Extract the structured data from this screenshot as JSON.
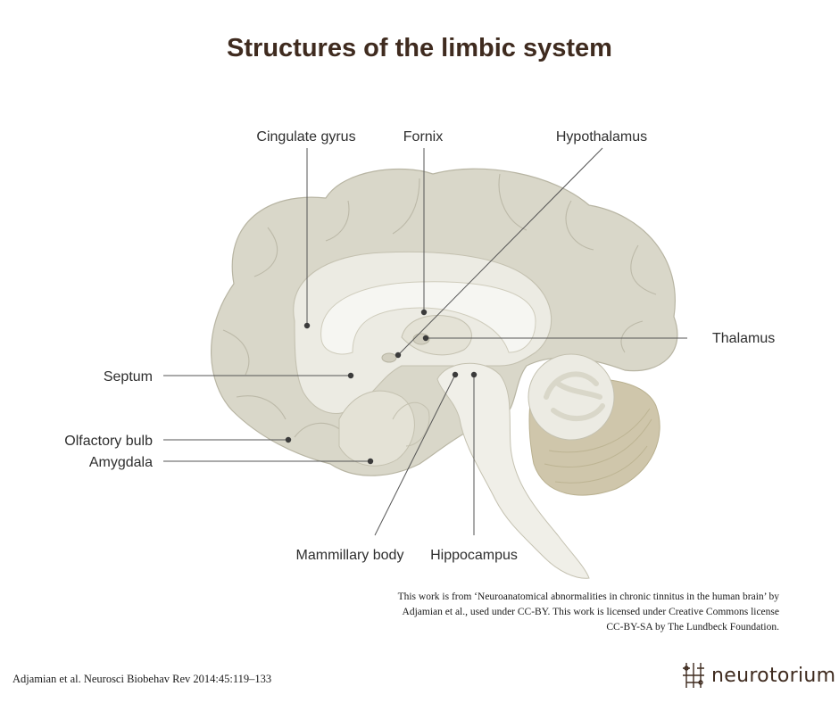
{
  "title": "Structures of the limbic system",
  "labels": {
    "cingulate_gyrus": "Cingulate gyrus",
    "fornix": "Fornix",
    "hypothalamus": "Hypothalamus",
    "thalamus": "Thalamus",
    "septum": "Septum",
    "olfactory_bulb": "Olfactory bulb",
    "amygdala": "Amygdala",
    "mammillary_body": "Mammillary body",
    "hippocampus": "Hippocampus"
  },
  "license": {
    "line1": "This work is from ‘Neuroanatomical abnormalities in chronic tinnitus in the human brain’ by",
    "line2": "Adjamian et al., used under CC-BY. This work is licensed under Creative Commons license",
    "line3": "CC-BY-SA by The Lundbeck Foundation."
  },
  "citation": "Adjamian et al. Neurosci Biobehav Rev 2014:45:119–133",
  "logo": {
    "text": "neurotorium",
    "icon": "neurotorium-logo-icon"
  },
  "colors": {
    "title": "#3f2b1f",
    "cortex": "#d9d7c9",
    "inner": "#ecebe3",
    "white_matter": "#f6f6f2",
    "cerebellum": "#cfc6ab",
    "leader_line": "#555555"
  }
}
